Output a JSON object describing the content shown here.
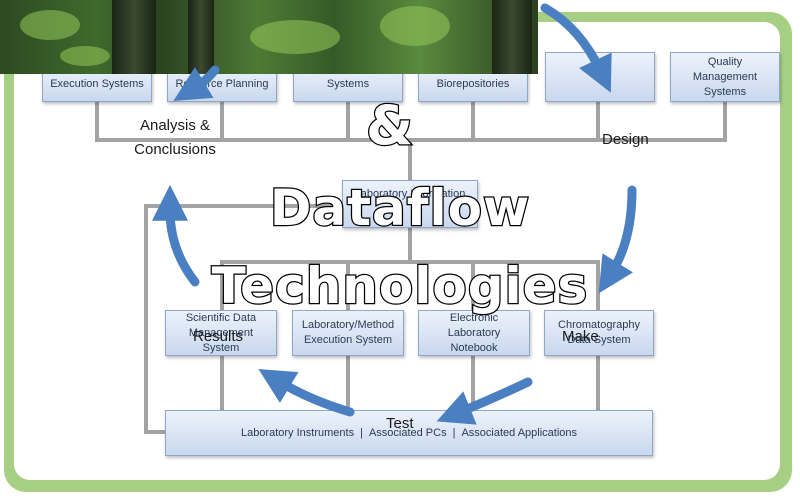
{
  "title_overlay": {
    "symbol": "&",
    "line1": "Dataflow",
    "line2": "Technologies"
  },
  "top_row": [
    "Execution Systems",
    "Resource Planning",
    "Systems",
    "Biorepositories",
    "",
    "Quality\nManagement Systems"
  ],
  "lims_box": "Laboratory Information",
  "middle_row": [
    "Scientific Data\nManagement System",
    "Laboratory/Method\nExecution System",
    "Electronic\nLaboratory Notebook",
    "Chromatography\nData System"
  ],
  "bottom_box": {
    "parts": [
      "Laboratory Instruments",
      "Associated PCs",
      "Associated Applications"
    ]
  },
  "cycle_labels": {
    "analysis": "Analysis &\nConclusions",
    "design": "Design",
    "results": "Results",
    "make": "Make",
    "test": "Test"
  },
  "colors": {
    "frame": "#a7cf84",
    "box_border": "#8fa6c6",
    "arrow": "#4a7fc2",
    "connector": "#9a9a9a"
  }
}
